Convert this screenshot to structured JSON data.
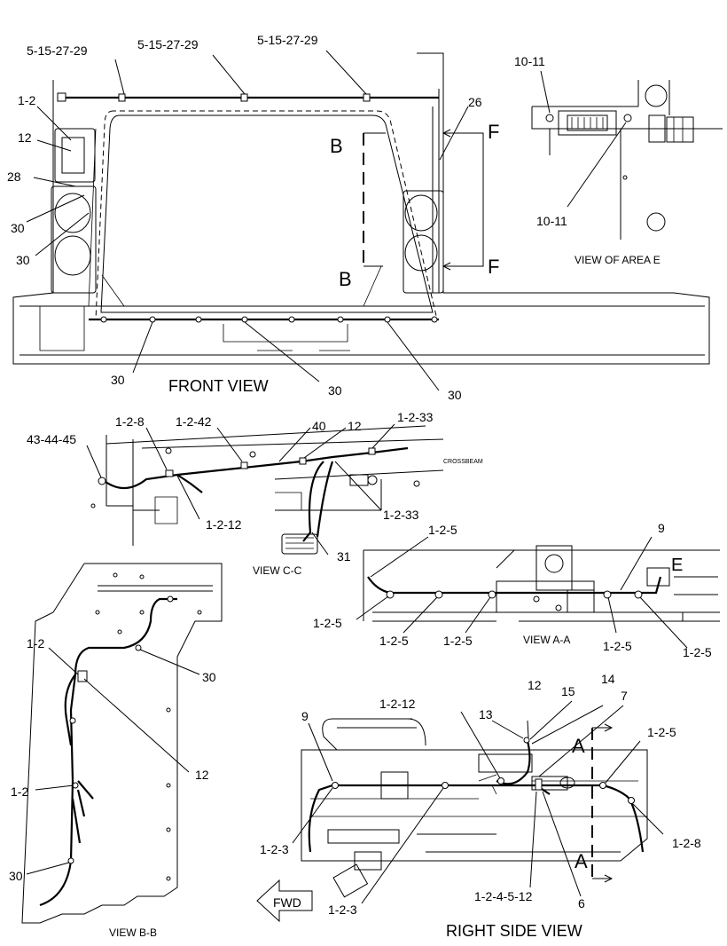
{
  "views": {
    "front": {
      "title": "FRONT VIEW",
      "callouts": [
        "5-15-27-29",
        "5-15-27-29",
        "5-15-27-29",
        "1-2",
        "12",
        "28",
        "30",
        "30",
        "26",
        "30",
        "30",
        "30"
      ],
      "section_letters": [
        "B",
        "B",
        "F",
        "F"
      ]
    },
    "area_e": {
      "title": "VIEW OF AREA E",
      "callouts": [
        "10-11",
        "10-11"
      ]
    },
    "c_c": {
      "title": "VIEW C-C",
      "callouts": [
        "43-44-45",
        "1-2-8",
        "1-2-42",
        "40",
        "12",
        "1-2-33",
        "1-2-12",
        "1-2-33",
        "31"
      ],
      "crossbeam_text": "CROSSBEAM"
    },
    "a_a": {
      "title": "VIEW A-A",
      "callouts": [
        "1-2-5",
        "9",
        "1-2-5",
        "1-2-5",
        "1-2-5",
        "1-2-5",
        "1-2-5"
      ],
      "section_letter": "E"
    },
    "b_b": {
      "title": "VIEW B-B",
      "callouts": [
        "30",
        "1-2",
        "12",
        "1-2",
        "30"
      ]
    },
    "right_side": {
      "title": "RIGHT SIDE VIEW",
      "callouts": [
        "1-2-12",
        "13",
        "12",
        "15",
        "14",
        "7",
        "9",
        "1-2-5",
        "1-2-8",
        "1-2-3",
        "1-2-3",
        "1-2-4-5-12",
        "6"
      ],
      "section_letters": [
        "A",
        "A"
      ],
      "fwd_label": "FWD"
    }
  }
}
